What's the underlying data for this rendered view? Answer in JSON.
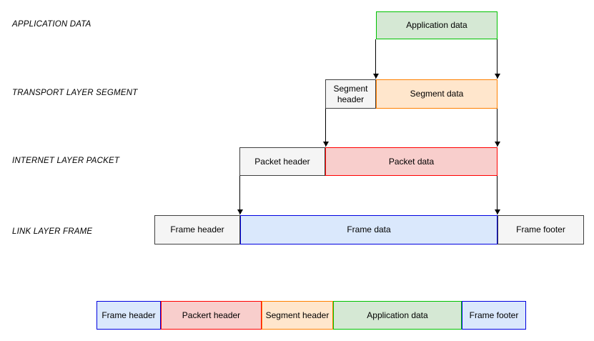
{
  "diagram": {
    "title_semantic": "network-encapsulation-diagram",
    "layer_labels": [
      {
        "label": "APPLICATION DATA"
      },
      {
        "label": "TRANSPORT LAYER SEGMENT"
      },
      {
        "label": "INTERNET LAYER PACKET"
      },
      {
        "label": "LINK LAYER FRAME"
      }
    ],
    "boxes": {
      "application_data": "Application data",
      "segment_header": "Segment header",
      "segment_data": "Segment data",
      "packet_header": "Packet header",
      "packet_data": "Packet data",
      "frame_header": "Frame header",
      "frame_data": "Frame data",
      "frame_footer": "Frame footer"
    },
    "composite_frame": [
      {
        "label": "Frame header",
        "style": "blue"
      },
      {
        "label": "Packert header",
        "style": "red"
      },
      {
        "label": "Segment header",
        "style": "orange"
      },
      {
        "label": "Application data",
        "style": "green"
      },
      {
        "label": "Frame footer",
        "style": "blue"
      }
    ],
    "colors": {
      "green_fill": "#d5e8d4",
      "green_border": "#00c200",
      "orange_fill": "#ffe6cc",
      "orange_border": "#ff8000",
      "red_fill": "#f8cecc",
      "red_border": "#ff0000",
      "blue_fill": "#dae8fc",
      "blue_border": "#0000e0",
      "gray_fill": "#f5f5f5",
      "gray_border": "#404040",
      "arrow": "#000000",
      "text": "#000000",
      "background": "#ffffff"
    }
  }
}
